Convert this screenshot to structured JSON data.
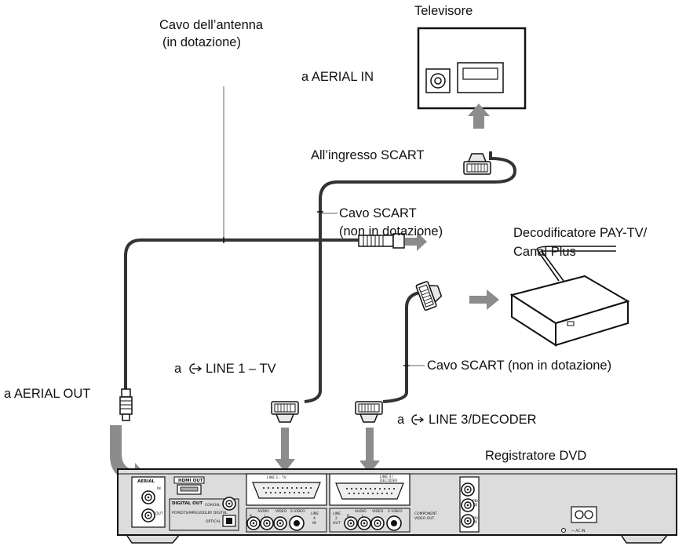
{
  "labels": {
    "antenna_cable": "Cavo dell’antenna",
    "antenna_cable_sub": "(in dotazione)",
    "tv": "Televisore",
    "aerial_in": "a AERIAL IN",
    "scart_input": "All’ingresso SCART",
    "scart_cable_1": "Cavo SCART",
    "scart_cable_1_sub": "(non in dotazione)",
    "decoder_1": "Decodificatore PAY-TV/",
    "decoder_2": "Canal Plus",
    "line1_prefix": "a",
    "line1_text": "LINE 1 – TV",
    "aerial_out": "a AERIAL OUT",
    "scart_cable_2": "Cavo SCART (non in dotazione)",
    "line3_prefix": "a",
    "line3_text": "LINE 3/DECODER",
    "recorder": "Registratore DVD"
  },
  "panel": {
    "aerial": "AERIAL",
    "in": "IN",
    "out": "OUT",
    "hdmi_out": "HDMI OUT",
    "digital_out": "DIGITAL OUT",
    "coaxial": "COAXIAL",
    "pcm_line": "PCM/DTS/MPEG/DOLBY DIGITAL",
    "optical": "OPTICAL",
    "line1_tv": "LINE 1 - TV",
    "line3_decoder_1": "LINE 3 /",
    "line3_decoder_2": "DECODER",
    "audio": "AUDIO",
    "video": "VIDEO",
    "s_video": "S VIDEO",
    "r": "R",
    "l": "L",
    "line4": "LINE",
    "line4_num": "4",
    "line4_in": "IN",
    "line2": "LINE",
    "line2_num": "2",
    "line2_out": "OUT",
    "component": "COMPONENT",
    "video_out": "VIDEO OUT",
    "y": "Y",
    "pb": "PB/",
    "cb": "CB",
    "pr": "PR/",
    "cr": "CR",
    "ac_in": "~ AC IN"
  },
  "colors": {
    "cable": "#333333",
    "arrow": "#8c8c8c",
    "device_fill": "#dcdcdc",
    "outline": "#111111"
  }
}
